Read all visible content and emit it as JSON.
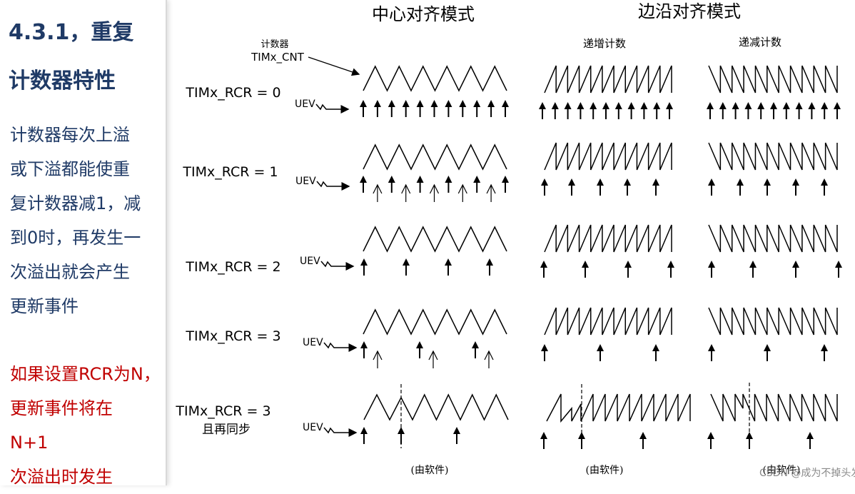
{
  "sidebar": {
    "title_lines": [
      "4.3.1，重复",
      "计数器特性"
    ],
    "body_lines": [
      "计数器每次上溢",
      "或下溢都能使重",
      "复计数器减1，减",
      "到0时，再发生一",
      "次溢出就会产生",
      "更新事件"
    ],
    "red_lines": [
      "如果设置RCR为N，",
      "更新事件将在",
      "N+1",
      "次溢出时发生"
    ]
  },
  "diagram": {
    "title_center": "中心对齐模式",
    "title_edge": "边沿对齐模式",
    "label_up": "递增计数",
    "label_down": "递减计数",
    "counter_label_1": "计数器",
    "counter_label_2": "TIMx_CNT",
    "uev_label": "UEV",
    "rows": [
      {
        "label": "TIMx_RCR = 0"
      },
      {
        "label": "TIMx_RCR = 1"
      },
      {
        "label": "TIMx_RCR = 2"
      },
      {
        "label": "TIMx_RCR = 3"
      },
      {
        "label": "TIMx_RCR = 3",
        "sub_label": "且再同步"
      }
    ],
    "software_label": "(由软件)",
    "watermark": "CSDN @成为不掉头发的工程师"
  }
}
